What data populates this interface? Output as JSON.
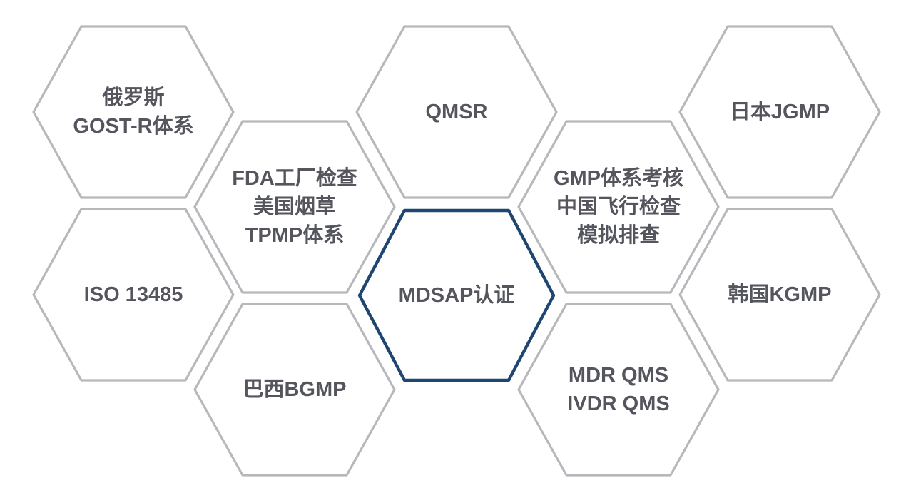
{
  "colors": {
    "hex_border_gray": "#b7b8bc",
    "hex_border_blue": "#1f4571",
    "text_color": "#54555d",
    "background": "#ffffff"
  },
  "hexagons": [
    {
      "id": "russia-gost",
      "style": "gray",
      "lines": [
        "俄罗斯",
        "GOST-R体系"
      ]
    },
    {
      "id": "qmsr",
      "style": "gray",
      "lines": [
        "QMSR"
      ]
    },
    {
      "id": "japan-jgmp",
      "style": "gray",
      "lines": [
        "日本JGMP"
      ]
    },
    {
      "id": "fda-tpmp",
      "style": "gray",
      "lines": [
        "FDA工厂检查",
        "美国烟草",
        "TPMP体系"
      ]
    },
    {
      "id": "gmp-china",
      "style": "gray",
      "lines": [
        "GMP体系考核",
        "中国飞行检查",
        "模拟排查"
      ]
    },
    {
      "id": "iso-13485",
      "style": "gray",
      "lines": [
        "ISO 13485"
      ]
    },
    {
      "id": "mdsap",
      "style": "blue",
      "lines": [
        "MDSAP认证"
      ]
    },
    {
      "id": "korea-kgmp",
      "style": "gray",
      "lines": [
        "韩国KGMP"
      ]
    },
    {
      "id": "brazil-bgmp",
      "style": "gray",
      "lines": [
        "巴西BGMP"
      ]
    },
    {
      "id": "mdr-ivdr-qms",
      "style": "gray",
      "lines": [
        "MDR QMS",
        "IVDR QMS"
      ]
    }
  ]
}
